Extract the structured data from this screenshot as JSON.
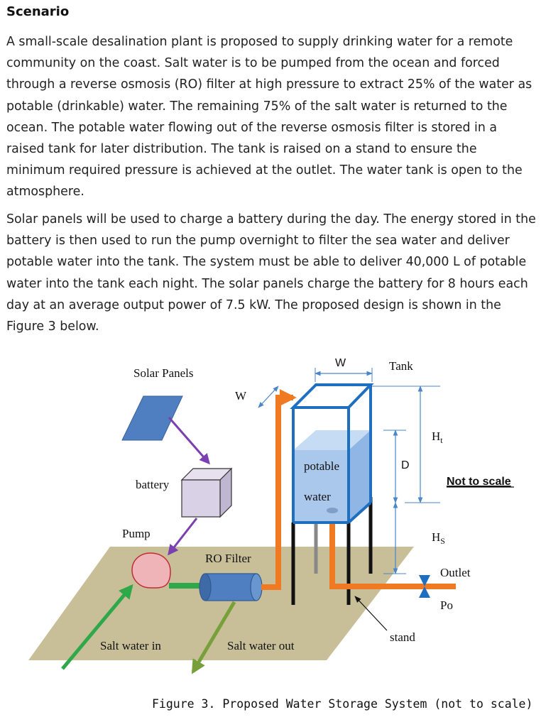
{
  "heading": "Scenario",
  "paragraphs": [
    "A small-scale desalination plant is proposed to supply drinking water for a remote community on the coast. Salt water is to be pumped from the ocean and forced through a reverse osmosis (RO) filter at high pressure to extract 25% of the water as potable (drinkable) water. The remaining 75% of the salt water is returned to the ocean. The potable water flowing out of the reverse osmosis filter is stored in a raised tank for later distribution. The tank is raised on a stand to ensure the minimum required pressure is achieved at the outlet. The water tank is open to the atmosphere.",
    "Solar panels will be used to charge a battery during the day. The energy stored in the battery is then used to run the pump overnight to filter the sea water and deliver potable water into the tank. The system must be able to deliver 40,000 L of potable water into the tank each night. The solar panels charge the battery for 8 hours each day at an average output power of 7.5 kW. The proposed design is shown in the Figure 3 below."
  ],
  "figure": {
    "labels": {
      "solar_panels": "Solar Panels",
      "battery": "battery",
      "pump": "Pump",
      "ro_filter": "RO Filter",
      "salt_water_in": "Salt water in",
      "salt_water_out": "Salt water out",
      "w_top": "W",
      "w_side": "W",
      "tank": "Tank",
      "potable": "potable",
      "water": "water",
      "d": "D",
      "ht_main": "H",
      "ht_sub": "t",
      "hs_main": "H",
      "hs_sub": "S",
      "not_to_scale": "Not to scale",
      "outlet": "Outlet",
      "po": "Po",
      "stand": "stand"
    },
    "colors": {
      "ground": "#c8bf98",
      "panel": "#4f7fc0",
      "battery": "#d9d2e6",
      "pump": "#eeb4b8",
      "filter": "#4f7fc0",
      "tank_frame": "#1f6fc0",
      "water": "#a9c8ec",
      "orange_pipe": "#ef7a22",
      "green_pipe": "#2ea84a",
      "purple_wire": "#7a3fb0"
    },
    "caption": "Figure 3. Proposed Water Storage System (not to scale)"
  }
}
